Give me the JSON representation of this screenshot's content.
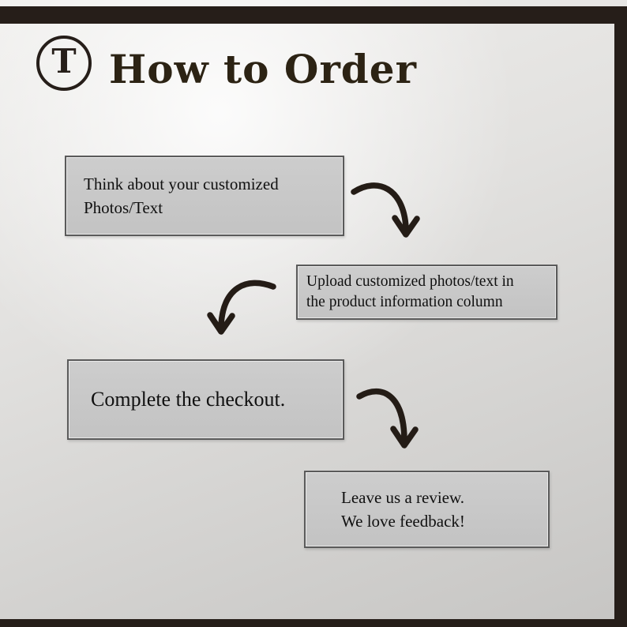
{
  "page": {
    "logo_letter": "T",
    "title": "How to Order"
  },
  "steps": [
    {
      "text": "Think about your customized\nPhotos/Text"
    },
    {
      "text": "Upload customized photos/text in\nthe product information column"
    },
    {
      "text": "Complete the checkout."
    },
    {
      "text": "Leave us a review.\nWe love feedback!"
    }
  ],
  "colors": {
    "frame": "#261e19",
    "title_text": "#2c2314",
    "box_background": "#c6c6c6",
    "box_border": "#5a5a5a",
    "arrow": "#241c16",
    "body_text": "#101010"
  }
}
